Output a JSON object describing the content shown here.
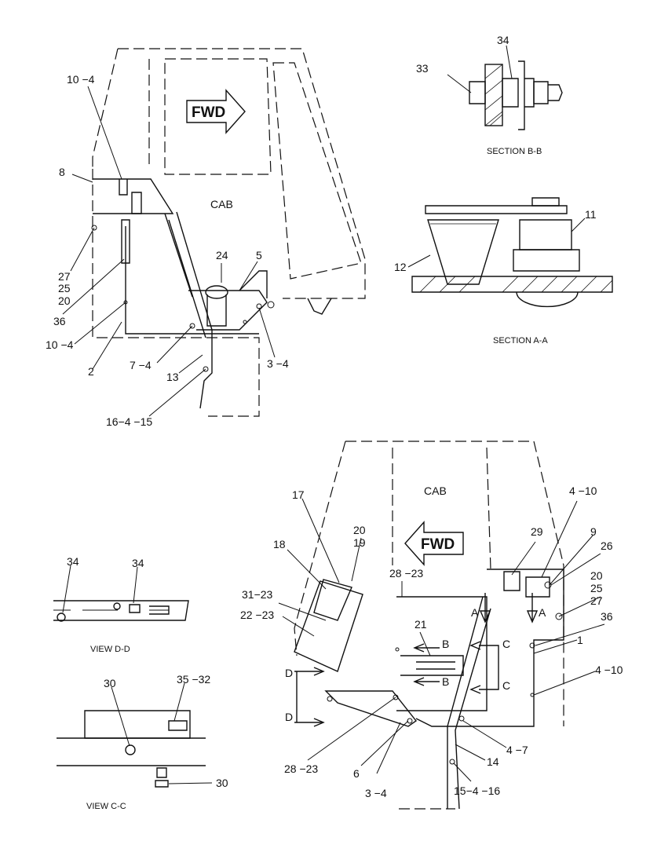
{
  "header_labels": {
    "cab_upper": "CAB",
    "cab_lower": "CAB",
    "fwd_upper": "FWD",
    "fwd_lower": "FWD"
  },
  "captions": {
    "section_bb": "SECTION B-B",
    "section_aa": "SECTION A-A",
    "view_dd": "VIEW D-D",
    "view_cc": "VIEW C-C"
  },
  "upper_view_callouts": [
    "10 −4",
    "8",
    "27",
    "25",
    "20",
    "36",
    "10 −4",
    "2",
    "7 −4",
    "13",
    "16−4 −15",
    "24",
    "5",
    "3 −4"
  ],
  "section_bb_callouts": [
    "33",
    "34"
  ],
  "section_aa_callouts": [
    "11",
    "12"
  ],
  "view_dd_callouts": [
    "34",
    "34"
  ],
  "view_cc_callouts": [
    "30",
    "35 −32",
    "30"
  ],
  "lower_view_callouts": [
    "17",
    "20",
    "19",
    "18",
    "31−23",
    "22 −23",
    "28 −23",
    "29",
    "4 −10",
    "9",
    "26",
    "20",
    "25",
    "27",
    "36",
    "1",
    "4 −10",
    "21",
    "28 −23",
    "6",
    "3 −4",
    "14",
    "4 −7",
    "15−4 −16"
  ],
  "section_marks": [
    "A",
    "A",
    "B",
    "B",
    "C",
    "C",
    "D",
    "D"
  ]
}
